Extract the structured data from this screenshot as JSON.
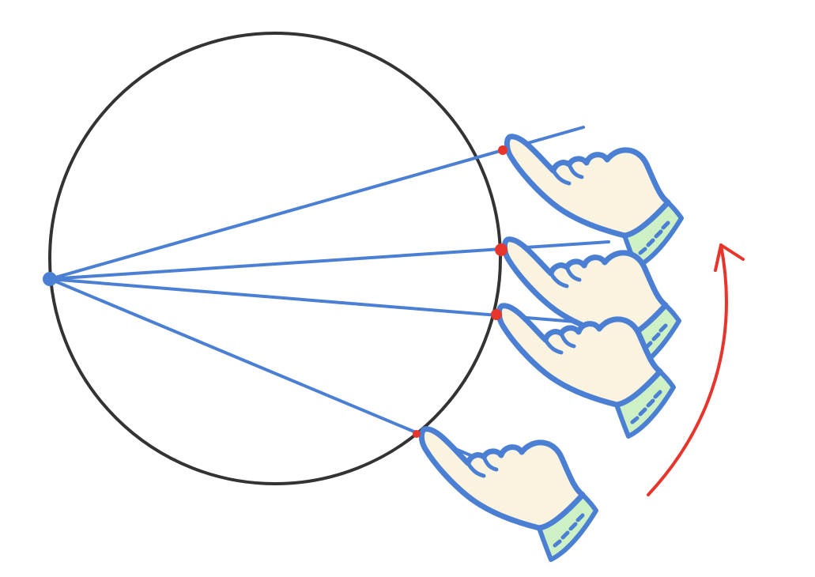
{
  "diagram": {
    "colors": {
      "circle": "#333333",
      "ray": "#4a7fd4",
      "origin_point": "#4a7fd4",
      "intersection_point": "#e8352b",
      "hand_outline": "#4a7fd4",
      "hand_fill": "#faf3df",
      "cuff_fill": "#cdf0c5",
      "arrow": "#e8352b"
    },
    "rays": [
      {
        "id": "top",
        "intersection": "upper-right"
      },
      {
        "id": "mid-upper",
        "intersection": "right"
      },
      {
        "id": "mid-lower",
        "intersection": "right-lower"
      },
      {
        "id": "bottom",
        "intersection": "lower-right"
      }
    ],
    "hands": [
      {
        "id": "hand-1",
        "icon": "pointing-hand-icon"
      },
      {
        "id": "hand-2",
        "icon": "pointing-hand-icon"
      },
      {
        "id": "hand-3",
        "icon": "pointing-hand-icon"
      },
      {
        "id": "hand-4",
        "icon": "pointing-hand-icon"
      }
    ],
    "arrow": {
      "icon": "curved-arrow-up-icon",
      "direction": "counterclockwise"
    }
  }
}
